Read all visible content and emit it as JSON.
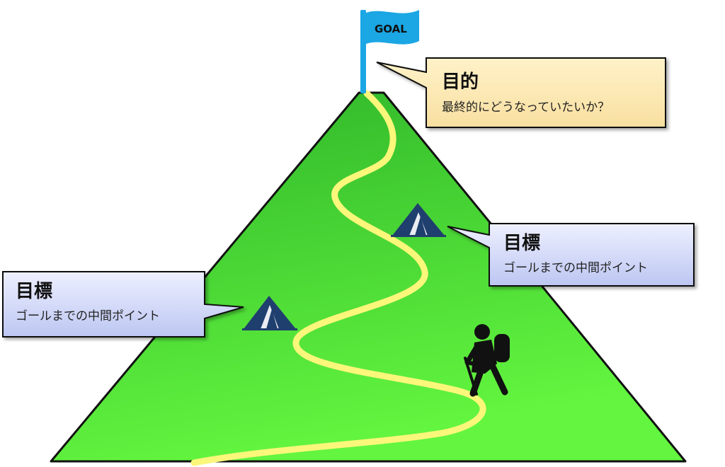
{
  "colors": {
    "mountain_fill_top": "#2fb52a",
    "mountain_fill_bottom": "#63f53f",
    "trail": "#fbf77a",
    "flag": "#1ba6e4",
    "tent": "#1f3f6e",
    "hiker": "#111111",
    "goal_callout_top": "#fff2c9",
    "goal_callout_bottom": "#f8dfa0",
    "milestone_callout_top": "#eef0ff",
    "milestone_callout_bottom": "#bcc6f2"
  },
  "flag": {
    "label": "GOAL"
  },
  "goal_callout": {
    "title": "目的",
    "subtitle": "最終的にどうなっていたいか？"
  },
  "milestone_right": {
    "title": "目標",
    "subtitle": "ゴールまでの中間ポイント"
  },
  "milestone_left": {
    "title": "目標",
    "subtitle": "ゴールまでの中間ポイント"
  }
}
